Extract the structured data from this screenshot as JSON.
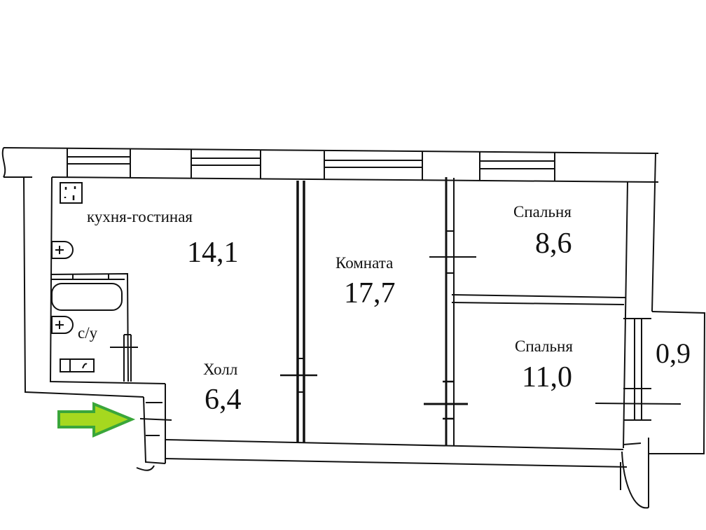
{
  "plan": {
    "rooms": [
      {
        "id": "kitchen-living",
        "name": "кухня-гостиная",
        "area": "14,1"
      },
      {
        "id": "room",
        "name": "Комната",
        "area": "17,7"
      },
      {
        "id": "bedroom-1",
        "name": "Спальня",
        "area": "8,6"
      },
      {
        "id": "bedroom-2",
        "name": "Спальня",
        "area": "11,0"
      },
      {
        "id": "hall",
        "name": "Холл",
        "area": "6,4"
      },
      {
        "id": "bathroom",
        "name": "с/у",
        "area": ""
      },
      {
        "id": "balcony",
        "name": "",
        "area": "0,9"
      }
    ],
    "entrance_arrow": {
      "direction": "right",
      "fill": "#a6d81f",
      "stroke": "#3aa63a"
    },
    "colors": {
      "line": "#111111",
      "background": "#ffffff"
    }
  }
}
